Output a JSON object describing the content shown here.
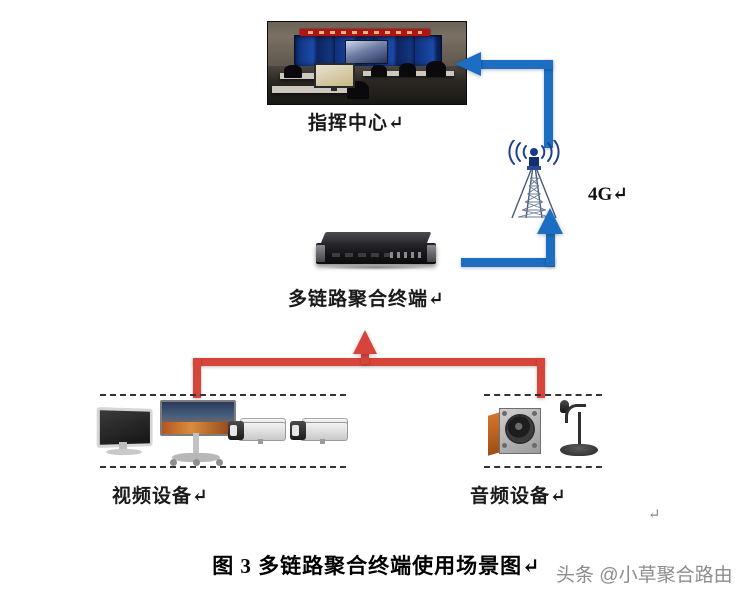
{
  "figure": {
    "caption": "图 3 多链路聚合终端使用场景图↵",
    "watermark": "头条 @小草聚合路由",
    "stray_return_mark": "↵"
  },
  "nodes": {
    "command_center": {
      "label": "指挥中心↵",
      "icon": "command-center-photo"
    },
    "tower": {
      "label": "4G↵",
      "icon": "cell-tower-icon"
    },
    "terminal": {
      "label": "多链路聚合终端↵",
      "icon": "rackmount-server-icon"
    },
    "video_group": {
      "label": "视频设备↵",
      "devices": [
        {
          "name": "desktop-monitor",
          "icon": "monitor-icon"
        },
        {
          "name": "video-display-cart",
          "icon": "video-cart-icon"
        },
        {
          "name": "security-camera-1",
          "icon": "cctv-camera-icon"
        },
        {
          "name": "security-camera-2",
          "icon": "cctv-camera-icon"
        }
      ]
    },
    "audio_group": {
      "label": "音频设备↵",
      "devices": [
        {
          "name": "loudspeaker",
          "icon": "speaker-icon"
        },
        {
          "name": "desktop-microphone",
          "icon": "microphone-icon"
        }
      ]
    }
  },
  "connectors": [
    {
      "name": "tower-to-command-center",
      "color": "#1b6ec2",
      "direction": "left",
      "style": "elbow-arrow"
    },
    {
      "name": "terminal-to-tower",
      "color": "#1b6ec2",
      "direction": "up",
      "style": "elbow-arrow"
    },
    {
      "name": "devices-to-terminal",
      "color": "#d7453a",
      "direction": "up",
      "style": "bracket-arrow"
    }
  ],
  "colors": {
    "blue_arrow": "#1b6ec2",
    "red_arrow": "#d7453a",
    "dashed_border": "#333333",
    "text": "#1a1a1a",
    "watermark": "#8d8d8d"
  }
}
